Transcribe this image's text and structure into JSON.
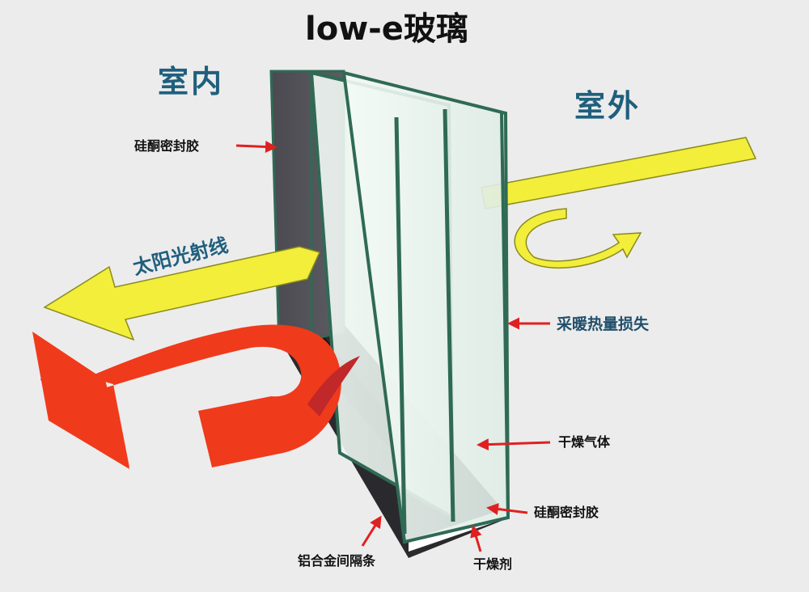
{
  "title": "low-e玻璃",
  "zones": {
    "indoor": "室内",
    "outdoor": "室外"
  },
  "annotations": {
    "sunlight": "太阳光射线",
    "heat_loss": "采暖热量损失",
    "sealant_top": "硅酮密封胶",
    "dry_gas": "干燥气体",
    "sealant_bottom": "硅酮密封胶",
    "spacer": "铝合金间隔条",
    "desiccant": "干燥剂"
  },
  "colors": {
    "background": "#ececec",
    "sun_arrow": "#f2ee3a",
    "heat_arrow": "#f03a1c",
    "pointer_arrow": "#e02020",
    "glass_edge": "#2f6a55",
    "label_blue": "#1f5f7d"
  }
}
